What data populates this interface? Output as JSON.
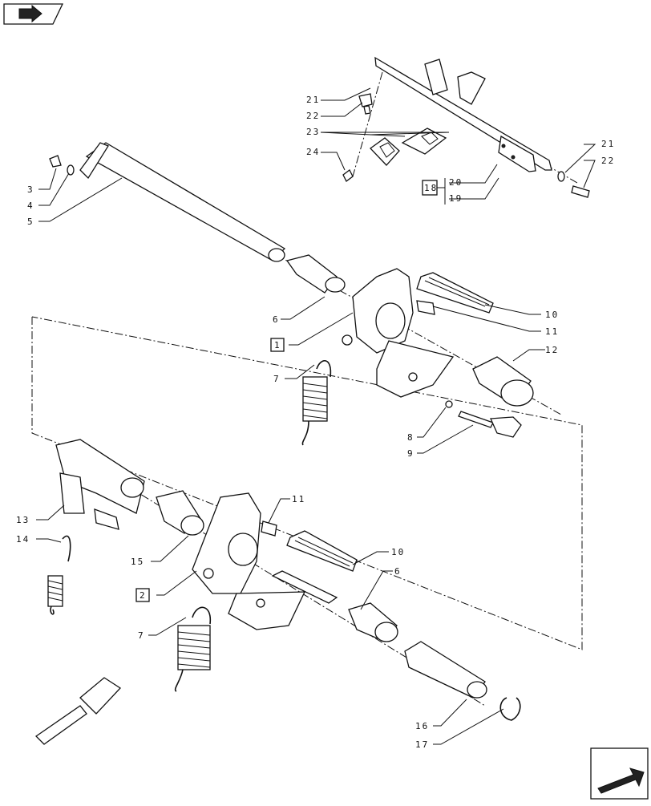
{
  "nav": {
    "prev_icon": "back-arrow-icon",
    "next_icon": "forward-arrow-icon"
  },
  "callouts": {
    "c1": "1",
    "c2": "2",
    "c3": "3",
    "c4": "4",
    "c5": "5",
    "c6a": "6",
    "c6b": "6",
    "c7a": "7",
    "c7b": "7",
    "c8": "8",
    "c9": "9",
    "c10a": "10",
    "c10b": "10",
    "c11a": "11",
    "c11b": "11",
    "c12": "12",
    "c13": "13",
    "c14": "14",
    "c15": "15",
    "c16": "16",
    "c17": "17",
    "c18": "18",
    "c19": "19",
    "c20": "20",
    "c21a": "21",
    "c21b": "21",
    "c22a": "22",
    "c22b": "22",
    "c23": "23",
    "c24": "24"
  }
}
